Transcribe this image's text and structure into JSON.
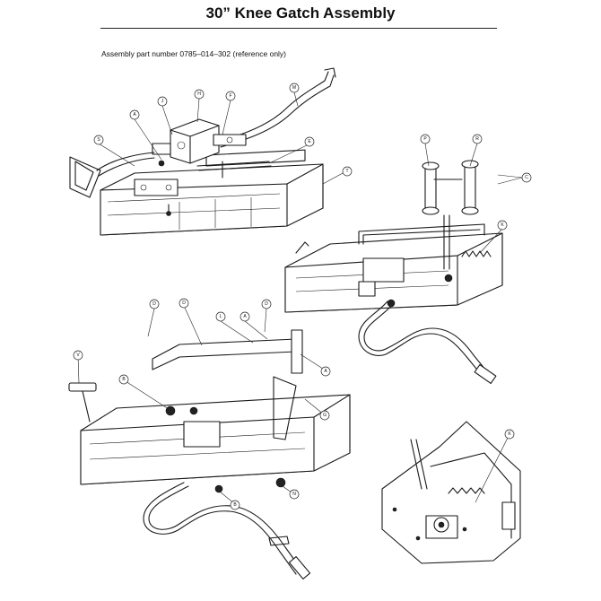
{
  "header": {
    "title": "30” Knee Gatch Assembly",
    "subtitle": "Assembly part number 0785–014–302 (reference only)"
  },
  "callouts": {
    "A": "A",
    "B": "B",
    "C": "C",
    "D": "D",
    "E": "E",
    "F": "F",
    "G": "G",
    "H": "H",
    "J": "J",
    "K": "K",
    "L": "L",
    "M": "M",
    "N": "N",
    "P": "P",
    "R": "R",
    "S": "S",
    "T": "T",
    "V": "V"
  }
}
